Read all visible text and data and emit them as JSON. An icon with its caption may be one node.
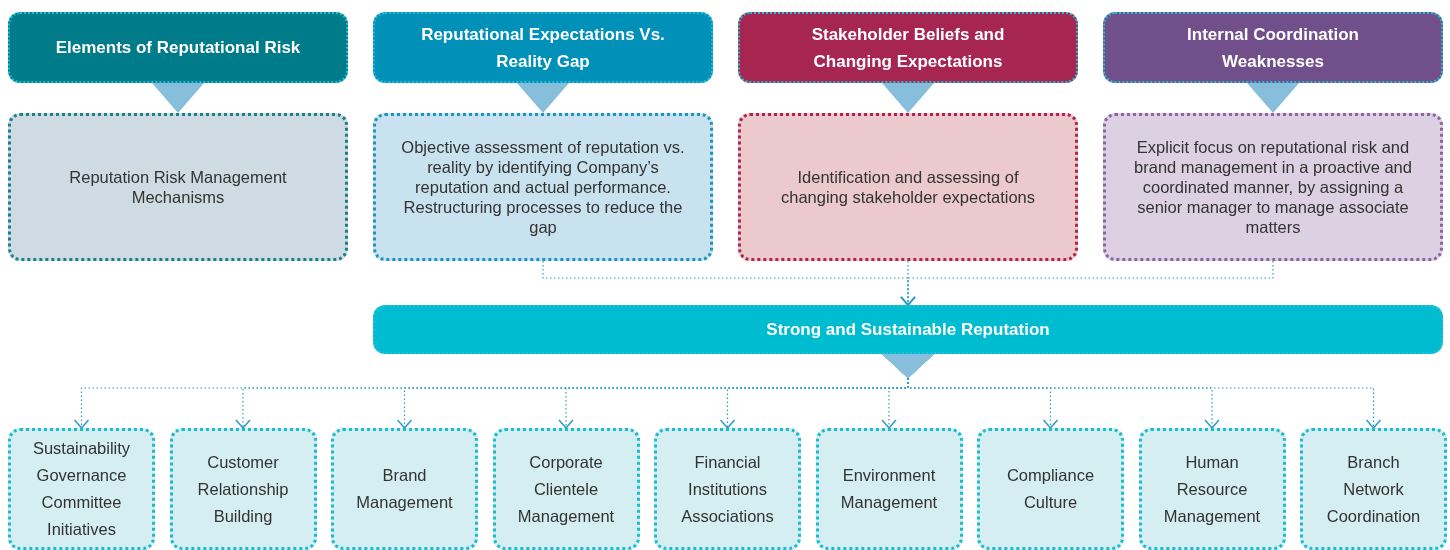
{
  "diagram": {
    "nodes": [
      {
        "text": [
          "Elements of Reputational Risk"
        ]
      },
      {
        "text": [
          "Reputational Expectations Vs. Reality Gap"
        ]
      },
      {
        "text": [
          "Stakeholder Beliefs and Changing Expectations"
        ]
      },
      {
        "text": [
          "Internal Coordination Weaknesses"
        ]
      },
      {
        "text": [
          "Reputation Risk Management Mechanisms"
        ]
      },
      {
        "text": [
          "Objective assessment of reputation vs. reality by identifying Company’s reputation and actual performance. Restructuring processes to reduce the gap"
        ]
      },
      {
        "text": [
          "Identification and assessing of changing stakeholder expectations"
        ]
      },
      {
        "text": [
          "Explicit focus on reputational risk and brand management in a proactive and coordinated manner, by assigning a senior manager to manage associate matters"
        ]
      },
      {
        "text": [
          "Strong and Sustainable Reputation"
        ]
      },
      {
        "text": [
          "Sustainability Governance Committee Initiatives"
        ]
      },
      {
        "text": [
          "Customer Relationship Building"
        ]
      },
      {
        "text": [
          "Brand Management"
        ]
      },
      {
        "text": [
          "Corporate Clientele Management"
        ]
      },
      {
        "text": [
          "Financial Institutions Associations"
        ]
      },
      {
        "text": [
          "Environment Management"
        ]
      },
      {
        "text": [
          "Compliance Culture"
        ]
      },
      {
        "text": [
          "Human Resource Management"
        ]
      },
      {
        "text": [
          "Branch Network Coordination"
        ]
      }
    ],
    "edges": [
      {
        "from": 0,
        "to": 4,
        "arrow": "to"
      },
      {
        "from": 1,
        "to": 5,
        "arrow": "to"
      },
      {
        "from": 2,
        "to": 6,
        "arrow": "to"
      },
      {
        "from": 3,
        "to": 7,
        "arrow": "to"
      },
      {
        "from": 5,
        "to": 8,
        "arrow": "to",
        "style": "dashed"
      },
      {
        "from": 6,
        "to": 8,
        "arrow": "to",
        "style": "dashed"
      },
      {
        "from": 7,
        "to": 8,
        "arrow": "to",
        "style": "dashed"
      },
      {
        "from": 8,
        "to": 9,
        "arrow": "to",
        "style": "dashed"
      },
      {
        "from": 8,
        "to": 10,
        "arrow": "to",
        "style": "dashed"
      },
      {
        "from": 8,
        "to": 11,
        "arrow": "to",
        "style": "dashed"
      },
      {
        "from": 8,
        "to": 12,
        "arrow": "to",
        "style": "dashed"
      },
      {
        "from": 8,
        "to": 13,
        "arrow": "to",
        "style": "dashed"
      },
      {
        "from": 8,
        "to": 14,
        "arrow": "to",
        "style": "dashed"
      },
      {
        "from": 8,
        "to": 15,
        "arrow": "to",
        "style": "dashed"
      },
      {
        "from": 8,
        "to": 16,
        "arrow": "to",
        "style": "dashed"
      },
      {
        "from": 8,
        "to": 17,
        "arrow": "to",
        "style": "dashed"
      }
    ]
  }
}
